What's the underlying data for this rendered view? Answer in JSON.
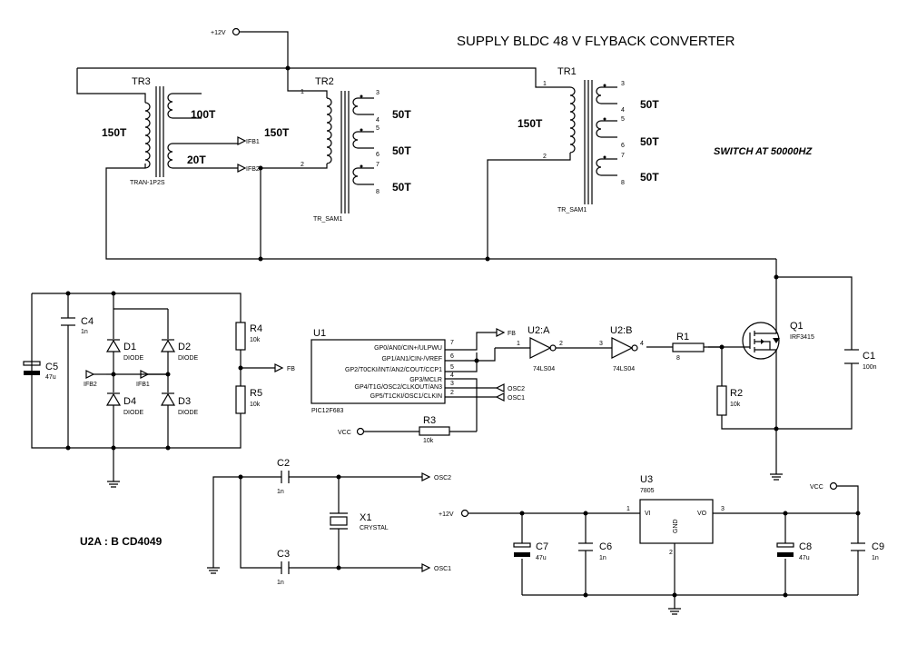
{
  "title": "SUPPLY  BLDC 48 V  FLYBACK CONVERTER",
  "note_switch": "SWITCH AT 50000HZ",
  "note_u2": "U2A : B  CD4049",
  "power": {
    "p12v_top": "+12V",
    "p12v_bottom": "+12V",
    "vcc_reg": "VCC",
    "vcc_r3": "VCC"
  },
  "tr3": {
    "ref": "TR3",
    "type": "TRAN-1P2S",
    "primary": "150T",
    "sec1": "100T",
    "sec2": "20T"
  },
  "tr2": {
    "ref": "TR2",
    "type": "TR_SAM1",
    "primary": "150T",
    "sec1": "50T",
    "sec2": "50T",
    "sec3": "50T",
    "pins": {
      "p1": "1",
      "p2": "2",
      "p3": "3",
      "p4": "4",
      "p5": "5",
      "p6": "6",
      "p7": "7",
      "p8": "8"
    }
  },
  "tr1": {
    "ref": "TR1",
    "type": "TR_SAM1",
    "primary": "150T",
    "sec1": "50T",
    "sec2": "50T",
    "sec3": "50T",
    "pins": {
      "p1": "1",
      "p2": "2",
      "p3": "3",
      "p4": "4",
      "p5": "5",
      "p6": "6",
      "p7": "7",
      "p8": "8"
    }
  },
  "nets": {
    "ifb1": "IFB1",
    "ifb2": "IFB2",
    "fb": "FB",
    "osc1": "OSC1",
    "osc2": "OSC2"
  },
  "c4": {
    "ref": "C4",
    "value": "1n"
  },
  "c5": {
    "ref": "C5",
    "value": "47u"
  },
  "d1": {
    "ref": "D1",
    "type": "DIODE"
  },
  "d2": {
    "ref": "D2",
    "type": "DIODE"
  },
  "d3": {
    "ref": "D3",
    "type": "DIODE"
  },
  "d4": {
    "ref": "D4",
    "type": "DIODE"
  },
  "r4": {
    "ref": "R4",
    "value": "10k"
  },
  "r5": {
    "ref": "R5",
    "value": "10k"
  },
  "u1": {
    "ref": "U1",
    "part": "PIC12F683",
    "pins": [
      {
        "name": "GP0/AN0/CIN+/ULPWU",
        "num": "7"
      },
      {
        "name": "GP1/AN1/CIN-/VREF",
        "num": "6"
      },
      {
        "name": "GP2/T0CKI/INT/AN2/COUT/CCP1",
        "num": "5"
      },
      {
        "name": "GP3/MCLR",
        "num": "4"
      },
      {
        "name": "GP4/T1G/OSC2/CLKOUT/AN3",
        "num": "3"
      },
      {
        "name": "GP5/T1CKI/OSC1/CLKIN",
        "num": "2"
      }
    ]
  },
  "r3": {
    "ref": "R3",
    "value": "10k"
  },
  "u2a": {
    "ref": "U2:A",
    "part": "74LS04",
    "pin_in": "1",
    "pin_out": "2"
  },
  "u2b": {
    "ref": "U2:B",
    "part": "74LS04",
    "pin_in": "3",
    "pin_out": "4"
  },
  "r1": {
    "ref": "R1",
    "value": "8"
  },
  "r2": {
    "ref": "R2",
    "value": "10k"
  },
  "q1": {
    "ref": "Q1",
    "part": "IRF3415"
  },
  "c1": {
    "ref": "C1",
    "value": "100n"
  },
  "c2": {
    "ref": "C2",
    "value": "1n"
  },
  "c3": {
    "ref": "C3",
    "value": "1n"
  },
  "x1": {
    "ref": "X1",
    "type": "CRYSTAL"
  },
  "u3": {
    "ref": "U3",
    "part": "7805",
    "vi": "VI",
    "vo": "VO",
    "gnd": "GND",
    "pin1": "1",
    "pin2": "2",
    "pin3": "3"
  },
  "c6": {
    "ref": "C6",
    "value": "1n"
  },
  "c7": {
    "ref": "C7",
    "value": "47u"
  },
  "c8": {
    "ref": "C8",
    "value": "47u"
  },
  "c9": {
    "ref": "C9",
    "value": "1n"
  }
}
